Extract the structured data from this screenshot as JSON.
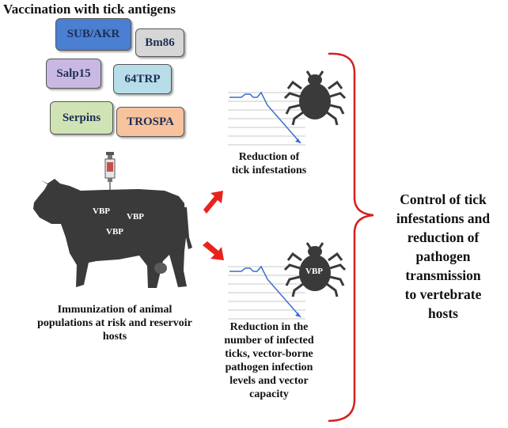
{
  "title": "Vaccination with tick antigens",
  "antigens": [
    {
      "label": "SUB/AKR",
      "color": "#4a7fd1"
    },
    {
      "label": "Bm86",
      "color": "#d6d6d6"
    },
    {
      "label": "Salp15",
      "color": "#c9b9e2"
    },
    {
      "label": "64TRP",
      "color": "#b7dde9"
    },
    {
      "label": "Serpins",
      "color": "#cfe3b5"
    },
    {
      "label": "TROSPA",
      "color": "#f7c39d"
    }
  ],
  "vbp_label": "VBP",
  "cow_caption": [
    "Immunization of animal",
    "populations at risk and reservoir",
    "hosts"
  ],
  "outcome_top": [
    "Reduction of",
    "tick infestations"
  ],
  "outcome_bottom": [
    "Reduction in the",
    "number of infected",
    "ticks, vector-borne",
    "pathogen infection",
    "levels and vector",
    "capacity"
  ],
  "conclusion": [
    "Control of tick",
    "infestations and",
    "reduction of",
    "pathogen",
    "transmission",
    "to vertebrate",
    "hosts"
  ],
  "colors": {
    "arrow": "#e8231c",
    "brace": "#d42020",
    "silhouette": "#3a3a3a",
    "trend": "#3a6fc9"
  }
}
